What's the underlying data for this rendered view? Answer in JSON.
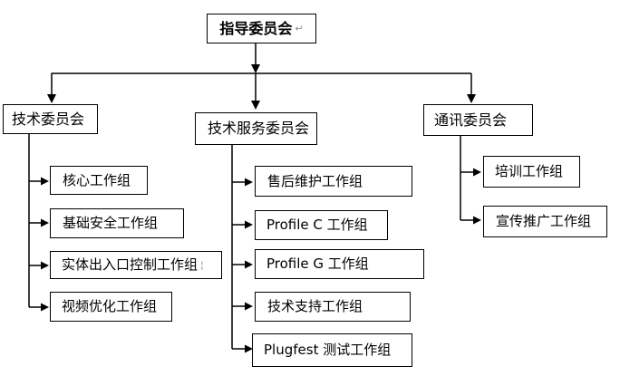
{
  "org": {
    "root": {
      "label": "指导委员会",
      "mark": "↵"
    },
    "committees": [
      {
        "label": "技术委员会",
        "children": [
          {
            "label": "核心工作组"
          },
          {
            "label": "基础安全工作组"
          },
          {
            "label": "实体出入口控制工作组",
            "mark": "¦"
          },
          {
            "label": "视频优化工作组"
          }
        ]
      },
      {
        "label": "技术服务委员会",
        "children": [
          {
            "label": "售后维护工作组"
          },
          {
            "label": "Profile C 工作组"
          },
          {
            "label": "Profile G 工作组"
          },
          {
            "label": "技术支持工作组"
          },
          {
            "label": "Plugfest 测试工作组"
          }
        ]
      },
      {
        "label": "通讯委员会",
        "children": [
          {
            "label": "培训工作组"
          },
          {
            "label": "宣传推广工作组"
          }
        ]
      }
    ],
    "colors": {
      "line": "#000000",
      "background": "#ffffff",
      "text": "#000000"
    }
  }
}
